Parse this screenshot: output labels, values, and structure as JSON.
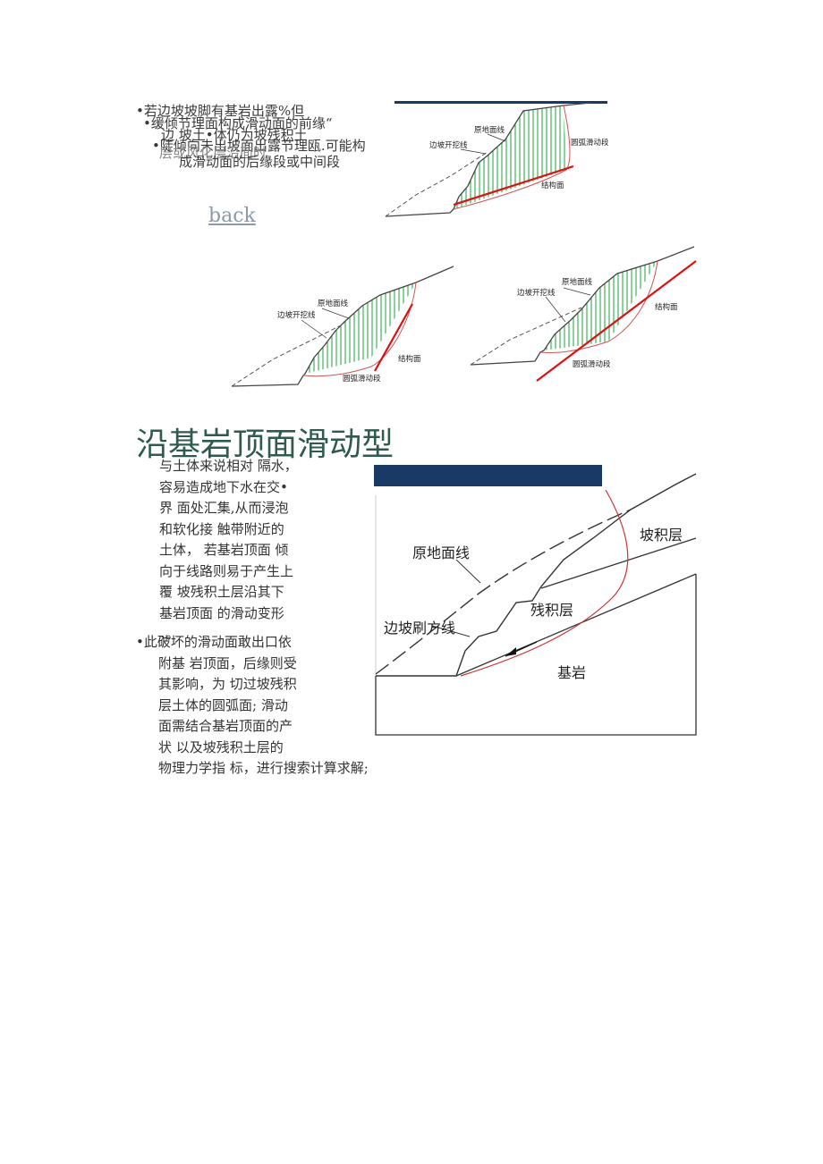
{
  "top_section": {
    "line1": "•若边坡坡脚有基岩出露%但",
    "line2": "•缓倾节理面构成滑动面的前缘“",
    "line3": "边    坡土•体仍为坡残积土",
    "line4": "•陡倾向未出坡面出露节理瓯.可能构",
    "line5": "层或风化层沿面时",
    "line6": "成滑动面的后缘段或中间段",
    "back_label": "back"
  },
  "diagram_labels": {
    "original_ground_line": "原地面线",
    "slope_cut_line": "边坡开挖线",
    "arc_slip_segment": "圆弧滑动段",
    "structural_plane": "结构面",
    "arc_slip_segment_b": "圆弧滑动段",
    "structural_plane_b": "结构面",
    "original_ground_line_b": "原地面线",
    "slope_cut_line_b": "边坡开挖线",
    "original_ground_line_c": "原地面线",
    "slope_cut_line_c": "边坡开挖线",
    "structural_plane_c": "结构面",
    "arc_slip_segment_c": "圆弧滑动段"
  },
  "section2": {
    "title": "沿基岩顶面滑动型",
    "para1_lines": [
      "与土体来说相对  隔水，",
      "容易造成地下水在交•",
      "界   面处汇集,从而浸泡",
      "和软化接     触带附近的",
      "土体，  若基岩顶面   倾",
      "向于线路则易于产生上",
      "覆     坡残积土层沿其下",
      "基岩顶面       的滑动变形",
      "，。"
    ],
    "para2_lines": [
      "•此破坏的滑动面敢出口依",
      "附基  岩顶面，后缘则受",
      "其影响，为  切过坡残积",
      "层土体的圆弧面;  滑动",
      "面需结合基岩顶面的产",
      "状      以及坡残积土层的",
      "物理力学指  标，进行搜索计算求解;"
    ],
    "diagram": {
      "colluvium": "坡积层",
      "original_ground_line": "原地面线",
      "residual": "残积层",
      "slope_cut_line": "边坡刷方线",
      "bedrock": "基岩"
    }
  },
  "colors": {
    "heading": "#2f5a4f",
    "banner": "#1a3a66",
    "slip": "#cc2222",
    "hatch": "#2ea84a"
  }
}
